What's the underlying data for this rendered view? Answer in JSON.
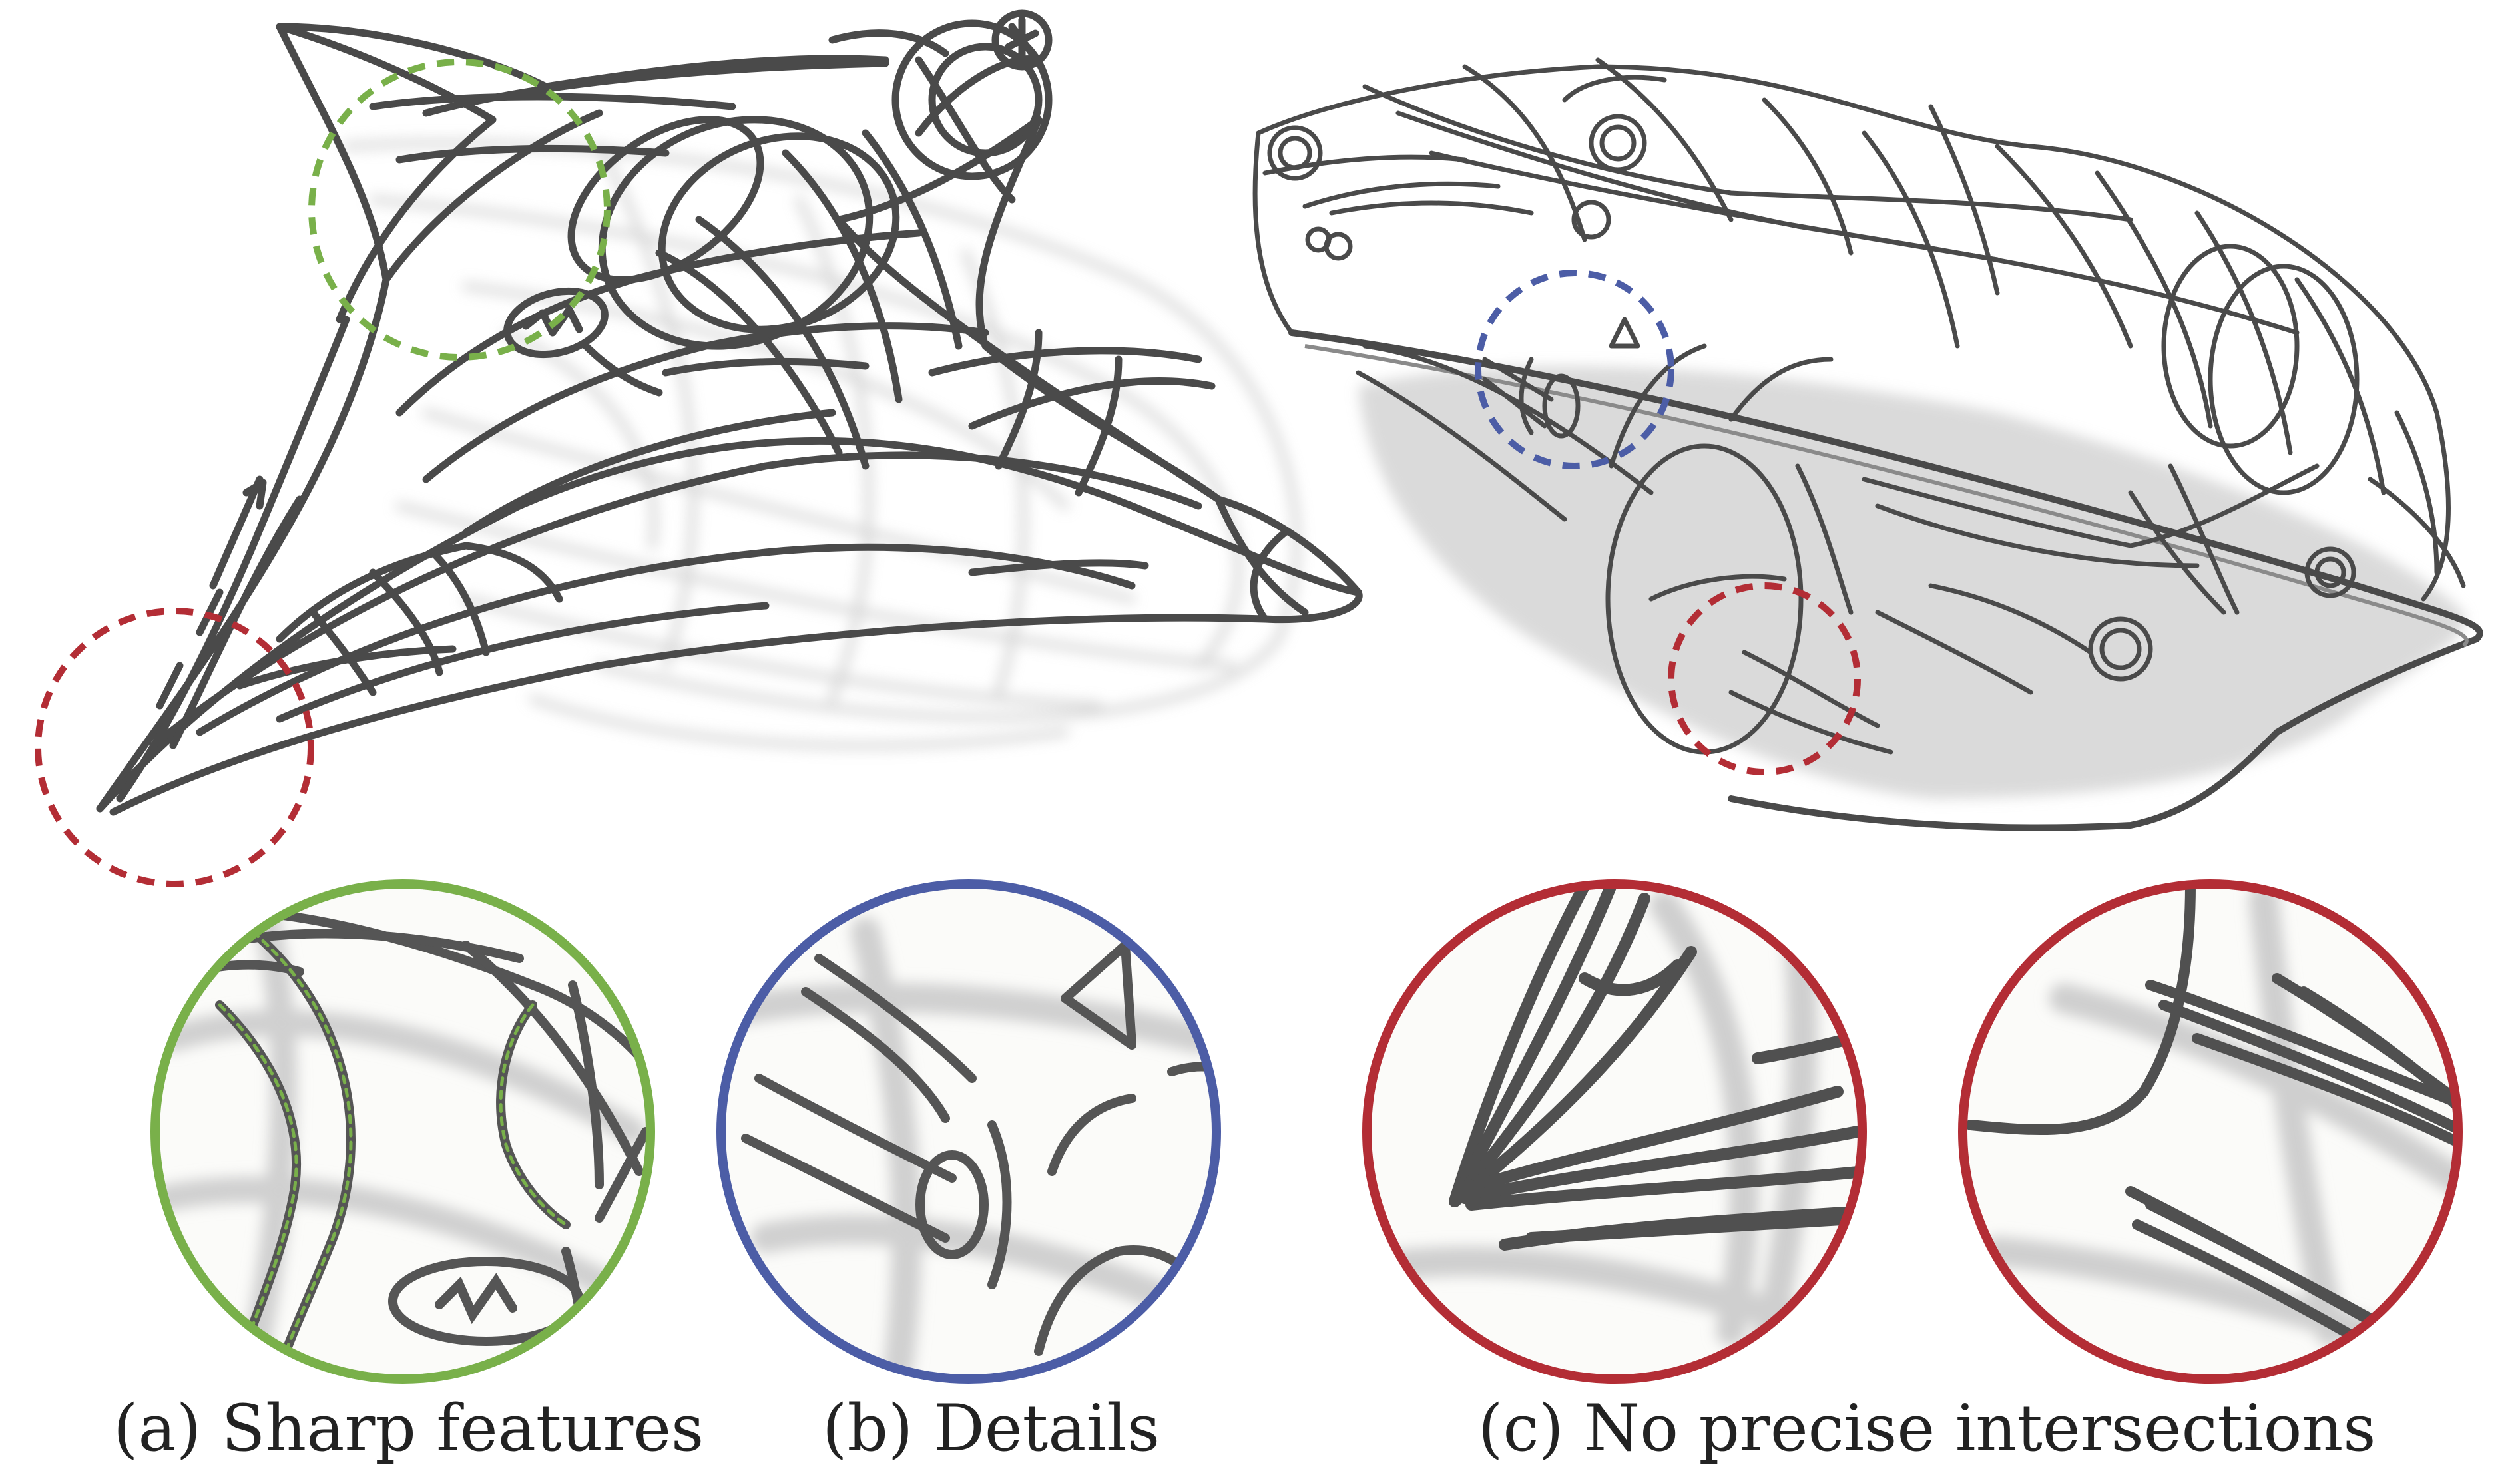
{
  "captions": {
    "a": "(a) Sharp features",
    "b": "(b) Details",
    "c": "(c) No precise intersections"
  },
  "colors": {
    "stroke": "#4a4a4a",
    "shadow": "#d2d2d2",
    "green": "#79b04a",
    "blue": "#4c5da6",
    "red": "#b32d35"
  }
}
